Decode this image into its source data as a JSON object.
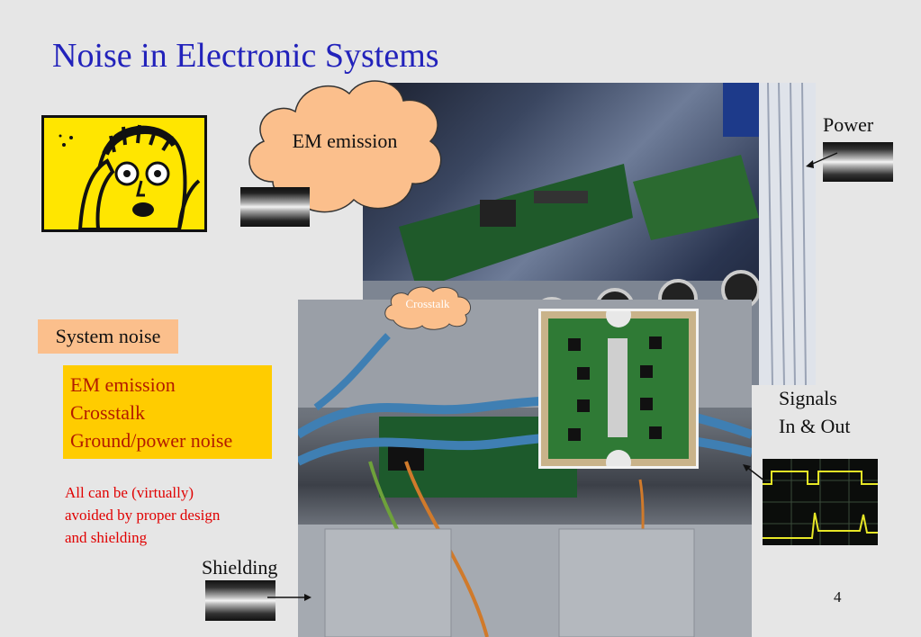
{
  "slide": {
    "title": "Noise in Electronic Systems",
    "page_number": "4"
  },
  "clouds": {
    "em_emission": "EM emission",
    "crosstalk": "Crosstalk"
  },
  "labels": {
    "power": "Power",
    "signals": "Signals",
    "in_out": "In & Out",
    "shielding": "Shielding"
  },
  "system_noise": {
    "heading": "System noise",
    "items": [
      "EM emission",
      "Crosstalk",
      "Ground/power noise"
    ]
  },
  "note": {
    "line1": "All can be (virtually)",
    "line2": "avoided by proper design",
    "line3": "and shielding"
  },
  "colors": {
    "title": "#2222bb",
    "cloud_fill": "#fbbf8c",
    "list_box_fill": "#ffcc00",
    "list_text": "#b31b00",
    "note_text": "#e00000",
    "cartoon_bg": "#ffe600"
  }
}
